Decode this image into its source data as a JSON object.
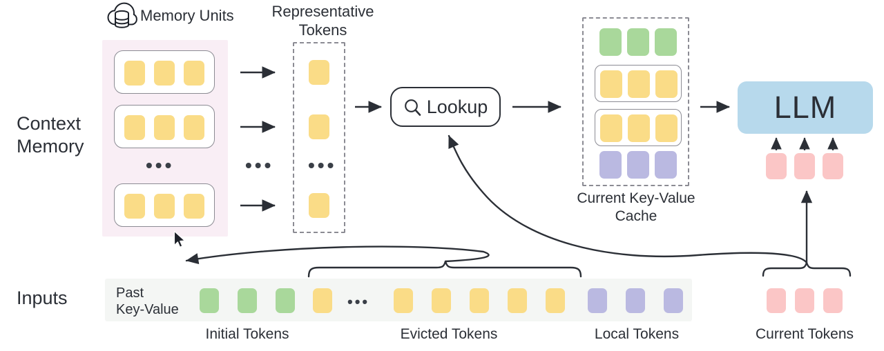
{
  "diagram": {
    "title_icon": "cloud-database-icon",
    "memory_units_label": "Memory Units",
    "representative_tokens_label": "Representative\nTokens",
    "context_memory_label": "Context\nMemory",
    "inputs_label": "Inputs",
    "past_key_value_label": "Past\nKey-Value",
    "lookup_label": "Lookup",
    "lookup_icon": "magnifier-icon",
    "llm_label": "LLM",
    "kv_cache_label": "Current Key-Value\nCache",
    "ellipsis": "•••",
    "captions": {
      "initial": "Initial Tokens",
      "evicted": "Evicted Tokens",
      "local": "Local Tokens",
      "current": "Current Tokens"
    }
  },
  "colors": {
    "token_yellow": "#fadc87",
    "token_green": "#a9d89b",
    "token_purple": "#bab9e1",
    "token_pink": "#fbc6c6",
    "llm_blue": "#b7d9ec",
    "context_memory_bg": "#f9eef5",
    "inputs_bg": "#f4f6f4",
    "stroke": "#2b2f36",
    "dashed_stroke": "#8b8b93"
  },
  "memory_units": [
    {
      "name": "memory-unit-1",
      "tokens": [
        "yellow",
        "yellow",
        "yellow"
      ]
    },
    {
      "name": "memory-unit-2",
      "tokens": [
        "yellow",
        "yellow",
        "yellow"
      ]
    },
    {
      "name": "memory-unit-n",
      "tokens": [
        "yellow",
        "yellow",
        "yellow"
      ]
    }
  ],
  "representative_tokens": [
    "yellow",
    "yellow",
    "yellow"
  ],
  "kv_cache_rows": [
    {
      "name": "kv-row-initial",
      "boxed": false,
      "tokens": [
        "green",
        "green",
        "green"
      ]
    },
    {
      "name": "kv-row-retrieved-1",
      "boxed": true,
      "tokens": [
        "yellow",
        "yellow",
        "yellow"
      ]
    },
    {
      "name": "kv-row-retrieved-2",
      "boxed": true,
      "tokens": [
        "yellow",
        "yellow",
        "yellow"
      ]
    },
    {
      "name": "kv-row-local",
      "boxed": false,
      "tokens": [
        "purple",
        "purple",
        "purple"
      ]
    }
  ],
  "input_sequence": [
    {
      "group": "initial",
      "color": "green"
    },
    {
      "group": "initial",
      "color": "green"
    },
    {
      "group": "initial",
      "color": "green"
    },
    {
      "group": "evicted",
      "color": "yellow"
    },
    {
      "group": "evicted",
      "color": "ellipsis"
    },
    {
      "group": "evicted",
      "color": "yellow"
    },
    {
      "group": "evicted",
      "color": "yellow"
    },
    {
      "group": "evicted",
      "color": "yellow"
    },
    {
      "group": "evicted",
      "color": "yellow"
    },
    {
      "group": "evicted",
      "color": "yellow"
    },
    {
      "group": "local",
      "color": "purple"
    },
    {
      "group": "local",
      "color": "purple"
    },
    {
      "group": "local",
      "color": "purple"
    }
  ],
  "current_tokens": [
    "pink",
    "pink",
    "pink"
  ],
  "llm_input_arrows": 3
}
